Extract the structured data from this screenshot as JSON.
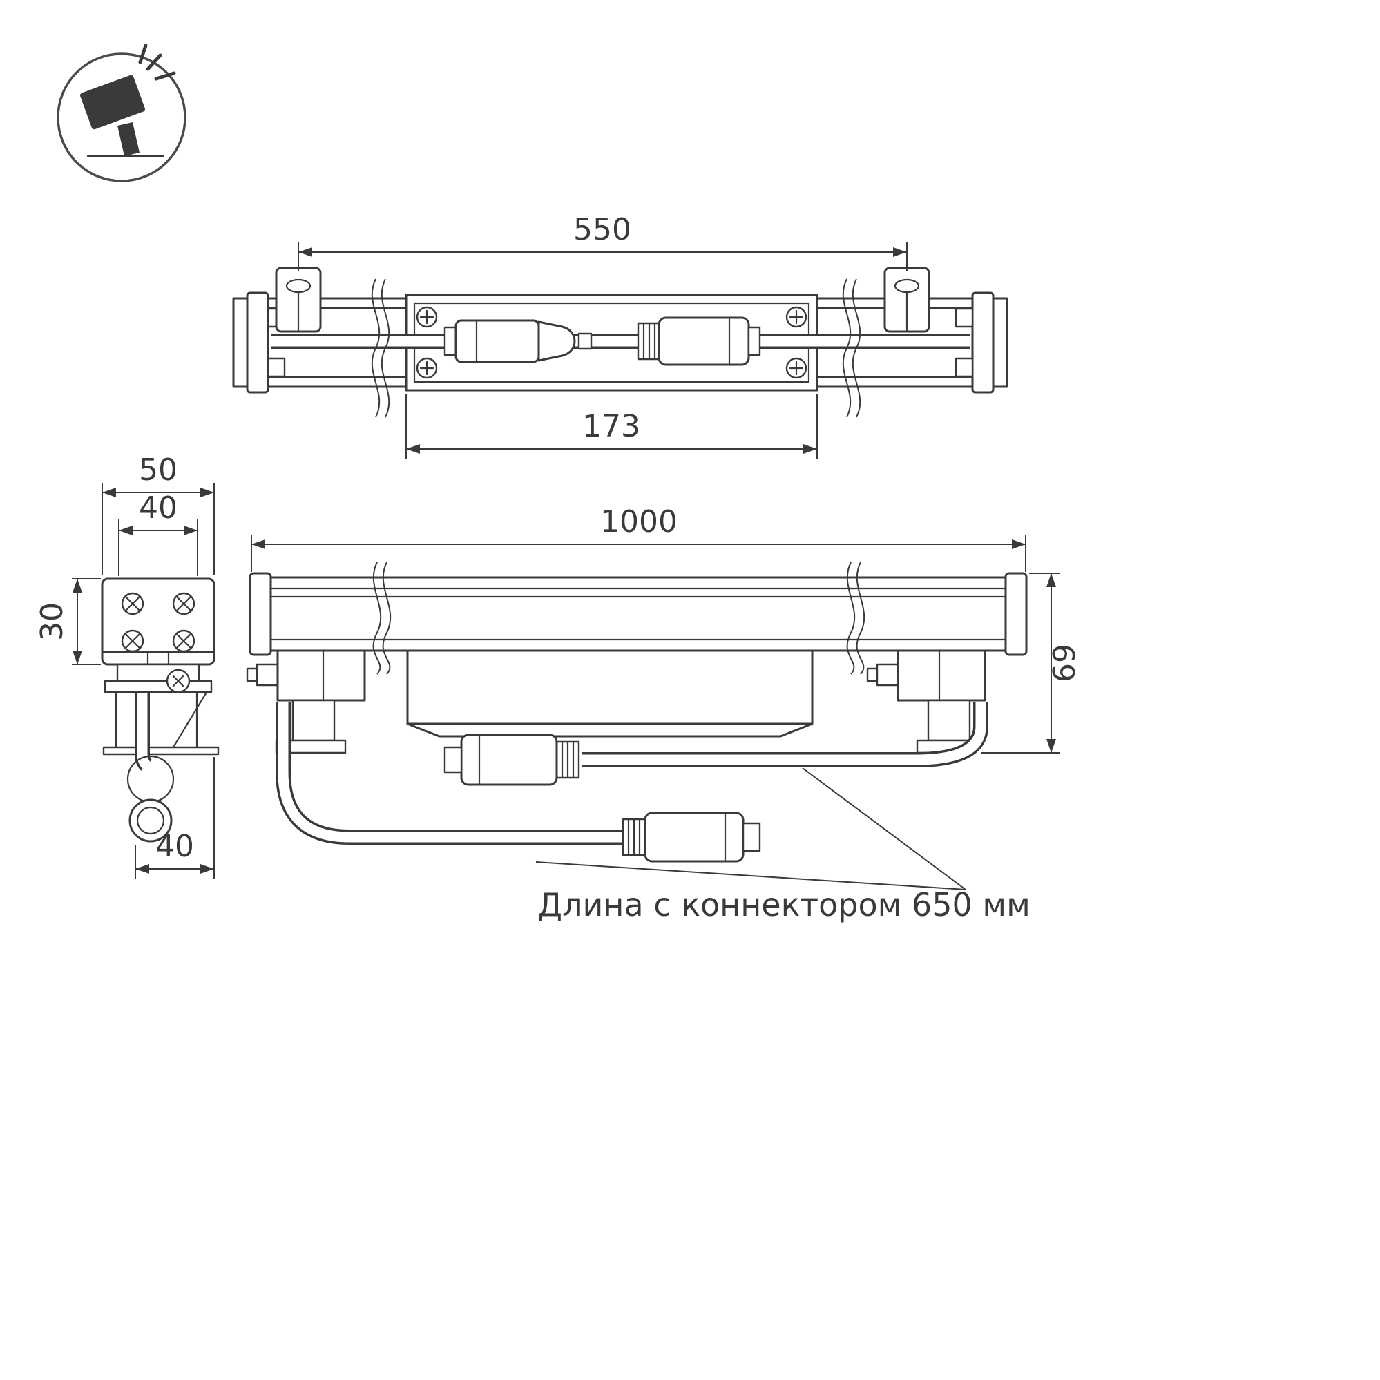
{
  "colors": {
    "line": "#3a3a3a",
    "background": "#ffffff"
  },
  "icon": {
    "name": "floodlight-icon"
  },
  "dimensions": {
    "bracket_span": "550",
    "plate_length": "173",
    "end_overall_width": "50",
    "end_inner_width": "40",
    "end_profile_height": "30",
    "end_bottom_width": "40",
    "overall_length": "1000",
    "overall_height": "69"
  },
  "note": {
    "cable_length": "Длина с коннектором 650 мм"
  }
}
